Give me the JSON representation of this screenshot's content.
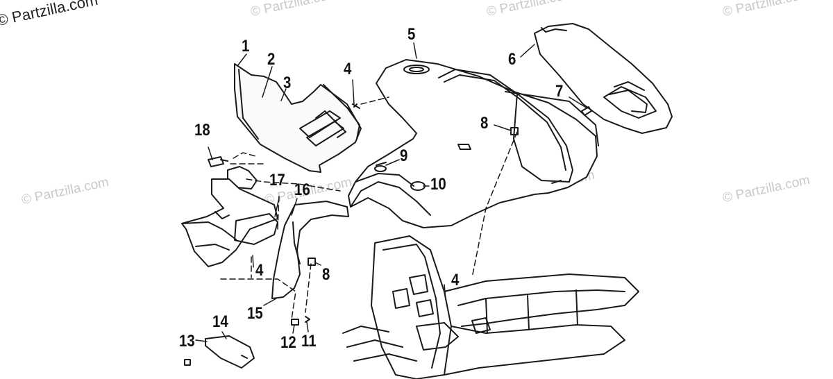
{
  "watermarks": {
    "corner": "© Partzilla.com",
    "tiled": "© Partzilla.com"
  },
  "callouts": [
    {
      "id": "c1",
      "label": "1"
    },
    {
      "id": "c2",
      "label": "2"
    },
    {
      "id": "c3",
      "label": "3"
    },
    {
      "id": "c4a",
      "label": "4"
    },
    {
      "id": "c5",
      "label": "5"
    },
    {
      "id": "c6",
      "label": "6"
    },
    {
      "id": "c7",
      "label": "7"
    },
    {
      "id": "c8a",
      "label": "8"
    },
    {
      "id": "c9",
      "label": "9"
    },
    {
      "id": "c10",
      "label": "10"
    },
    {
      "id": "c18",
      "label": "18"
    },
    {
      "id": "c17",
      "label": "17"
    },
    {
      "id": "c16",
      "label": "16"
    },
    {
      "id": "c4b",
      "label": "4"
    },
    {
      "id": "c8b",
      "label": "8"
    },
    {
      "id": "c4c",
      "label": "4"
    },
    {
      "id": "c15",
      "label": "15"
    },
    {
      "id": "c14",
      "label": "14"
    },
    {
      "id": "c13",
      "label": "13"
    },
    {
      "id": "c12",
      "label": "12"
    },
    {
      "id": "c11",
      "label": "11"
    }
  ],
  "colors": {
    "line": "#1a1a1a",
    "watermark": "#c9c9c9",
    "background": "#ffffff"
  }
}
